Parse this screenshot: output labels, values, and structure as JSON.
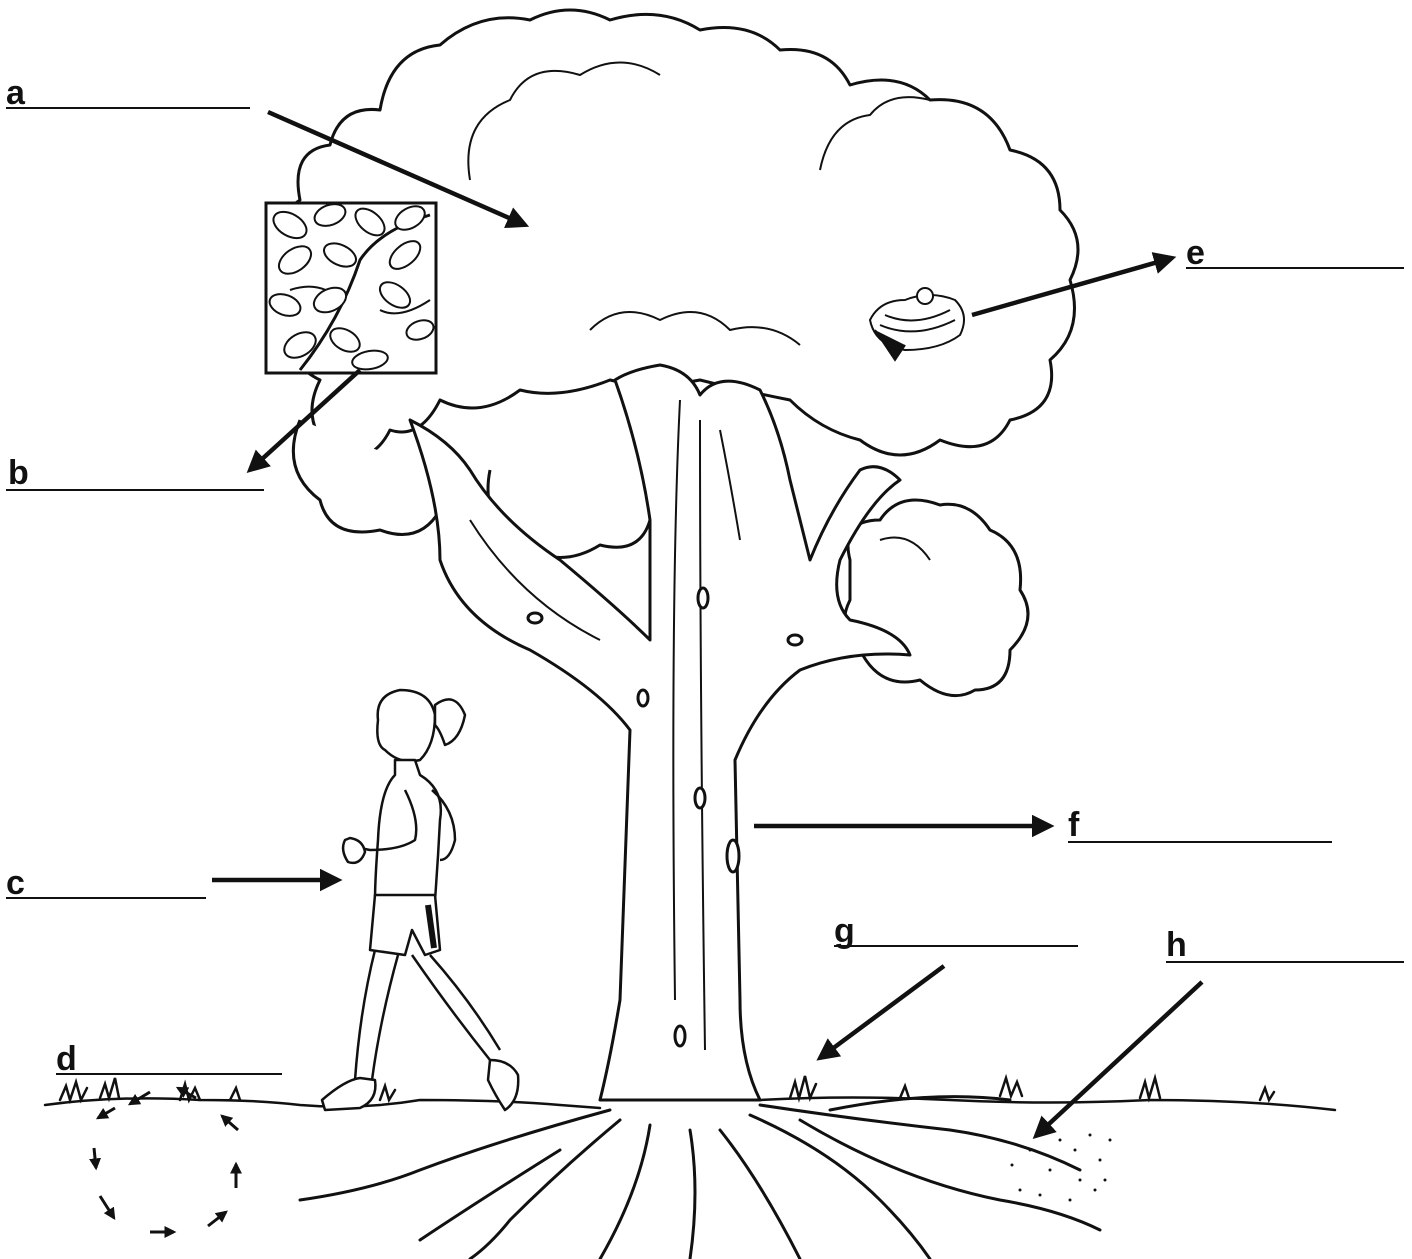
{
  "labels": {
    "a": "a",
    "b": "b",
    "c": "c",
    "d": "d",
    "e": "e",
    "f": "f",
    "g": "g",
    "h": "h"
  },
  "colors": {
    "ink": "#111111",
    "background": "#ffffff"
  }
}
